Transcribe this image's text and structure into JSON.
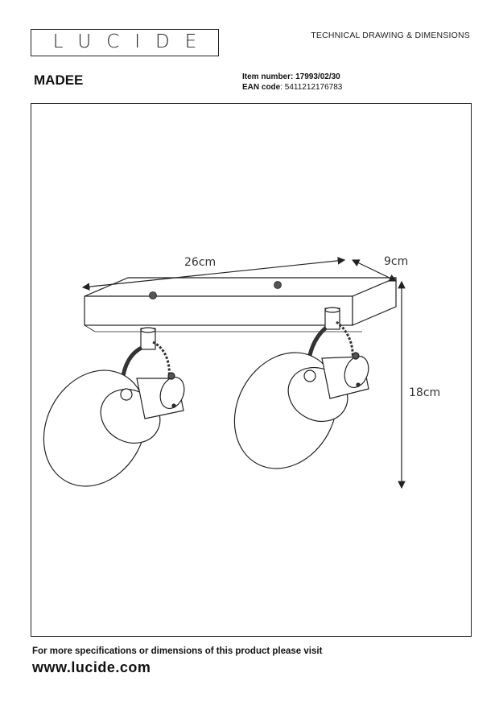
{
  "header": {
    "logo_text": "LUCIDE",
    "doc_type": "TECHNICAL DRAWING & DIMENSIONS",
    "product_name": "MADEE",
    "item_label": "Item number:",
    "item_value": "17993/02/30",
    "ean_label": "EAN code",
    "ean_value": ": 5411212176783"
  },
  "dimensions": {
    "length": "26cm",
    "depth": "9cm",
    "height": "18cm"
  },
  "footer": {
    "note": "For more specifications or dimensions of this product please visit",
    "url": "www.lucide.com"
  }
}
